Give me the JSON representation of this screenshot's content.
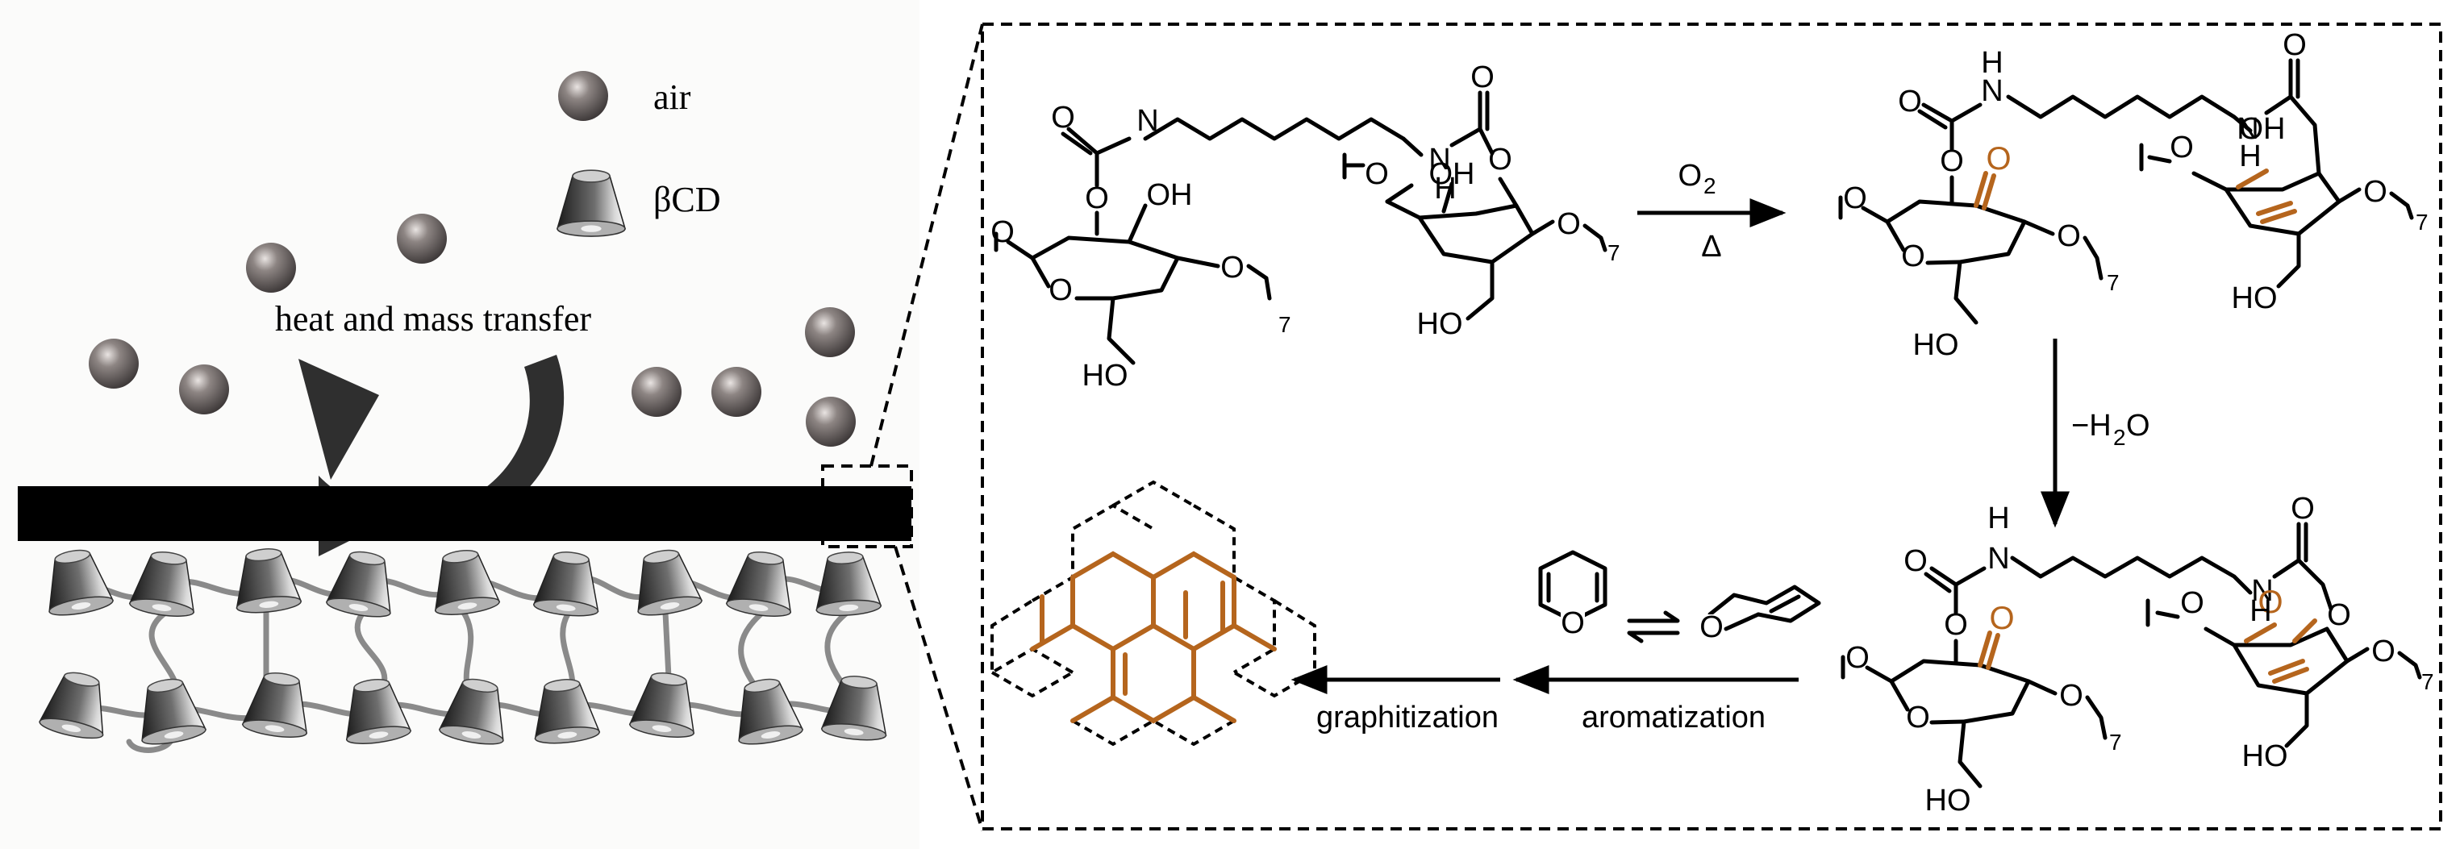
{
  "legend": {
    "air": "air",
    "bcd": "βCD"
  },
  "left_panel": {
    "arrow_label": "heat and mass transfer"
  },
  "reaction": {
    "step1_reagent": "O",
    "step1_reagent_sub": "2",
    "step1_heat": "Δ",
    "step2_reagent_prefix": "−H",
    "step2_reagent_sub": "2",
    "step2_reagent_suffix": "O",
    "step3_label": "aromatization",
    "step4_label": "graphitization"
  },
  "atoms": {
    "N": "N",
    "H": "H",
    "NH": "NH",
    "O": "O",
    "OH": "OH",
    "HO": "HO",
    "repeat_index": "7"
  },
  "colors": {
    "background": "#ffffff",
    "left_bg": "#fbfbfa",
    "bar": "#000000",
    "highlight": "#b5651d",
    "sphere": "#6d6464"
  }
}
